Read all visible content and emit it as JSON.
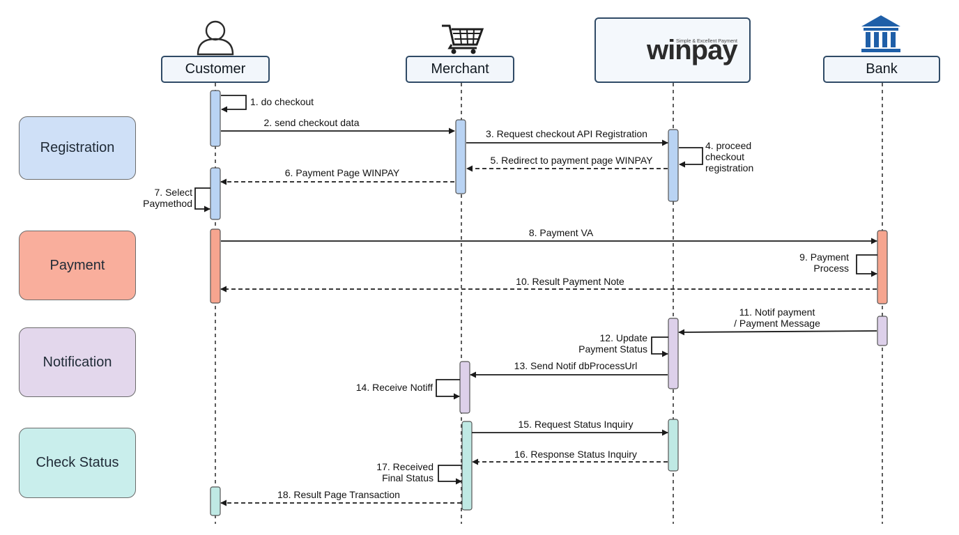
{
  "colors": {
    "registration": "#cfe0f7",
    "payment": "#f9ae9c",
    "notification": "#e3d7ec",
    "check_status": "#c9eeec",
    "act_registration": "#b9d3f3",
    "act_payment": "#f6a58f",
    "act_notification": "#ddd0ea",
    "act_check_status": "#bfe9e4",
    "line": "#1a1a1a"
  },
  "phases": [
    {
      "key": "registration",
      "label": "Registration"
    },
    {
      "key": "payment",
      "label": "Payment"
    },
    {
      "key": "notification",
      "label": "Notification"
    },
    {
      "key": "check_status",
      "label": "Check Status"
    }
  ],
  "actors": [
    {
      "key": "customer",
      "label": "Customer",
      "icon": "person-icon"
    },
    {
      "key": "merchant",
      "label": "Merchant",
      "icon": "shopping-cart-icon"
    },
    {
      "key": "winpay",
      "label": "winpay",
      "icon": "winpay-logo"
    },
    {
      "key": "bank",
      "label": "Bank",
      "icon": "bank-icon"
    }
  ],
  "logo": {
    "tagline": "Simple & Excellent Payment",
    "wordmark": "winpay"
  },
  "messages": [
    {
      "n": 1,
      "line1": "1. do checkout",
      "line2": "",
      "line3": "",
      "from": "customer",
      "to": "customer",
      "style": "solid"
    },
    {
      "n": 2,
      "line1": "2. send checkout data",
      "line2": "",
      "line3": "",
      "from": "customer",
      "to": "merchant",
      "style": "solid"
    },
    {
      "n": 3,
      "line1": "3. Request checkout API Registration",
      "line2": "",
      "line3": "",
      "from": "merchant",
      "to": "winpay",
      "style": "solid"
    },
    {
      "n": 4,
      "line1": "4. proceed",
      "line2": "checkout",
      "line3": "registration",
      "from": "winpay",
      "to": "winpay",
      "style": "solid"
    },
    {
      "n": 5,
      "line1": "5. Redirect to payment page WINPAY",
      "line2": "",
      "line3": "",
      "from": "winpay",
      "to": "merchant",
      "style": "dashed"
    },
    {
      "n": 6,
      "line1": "6. Payment Page WINPAY",
      "line2": "",
      "line3": "",
      "from": "merchant",
      "to": "customer",
      "style": "dashed"
    },
    {
      "n": 7,
      "line1": "7. Select",
      "line2": "Paymethod",
      "line3": "",
      "from": "customer",
      "to": "customer",
      "style": "solid"
    },
    {
      "n": 8,
      "line1": "8. Payment VA",
      "line2": "",
      "line3": "",
      "from": "customer",
      "to": "bank",
      "style": "solid"
    },
    {
      "n": 9,
      "line1": "9. Payment",
      "line2": "Process",
      "line3": "",
      "from": "bank",
      "to": "bank",
      "style": "solid"
    },
    {
      "n": 10,
      "line1": "10. Result Payment Note",
      "line2": "",
      "line3": "",
      "from": "bank",
      "to": "customer",
      "style": "dashed"
    },
    {
      "n": 11,
      "line1": "11. Notif payment",
      "line2": "/ Payment Message",
      "line3": "",
      "from": "bank",
      "to": "winpay",
      "style": "solid"
    },
    {
      "n": 12,
      "line1": "12. Update",
      "line2": "Payment Status",
      "line3": "",
      "from": "winpay",
      "to": "winpay",
      "style": "solid"
    },
    {
      "n": 13,
      "line1": "13. Send Notif dbProcessUrl",
      "line2": "",
      "line3": "",
      "from": "winpay",
      "to": "merchant",
      "style": "solid"
    },
    {
      "n": 14,
      "line1": "14. Receive Notiff",
      "line2": "",
      "line3": "",
      "from": "merchant",
      "to": "merchant",
      "style": "solid"
    },
    {
      "n": 15,
      "line1": "15. Request Status Inquiry",
      "line2": "",
      "line3": "",
      "from": "merchant",
      "to": "winpay",
      "style": "solid"
    },
    {
      "n": 16,
      "line1": "16. Response Status Inquiry",
      "line2": "",
      "line3": "",
      "from": "winpay",
      "to": "merchant",
      "style": "dashed"
    },
    {
      "n": 17,
      "line1": "17. Received",
      "line2": "Final Status",
      "line3": "",
      "from": "merchant",
      "to": "merchant",
      "style": "solid"
    },
    {
      "n": 18,
      "line1": "18. Result Page Transaction",
      "line2": "",
      "line3": "",
      "from": "merchant",
      "to": "customer",
      "style": "dashed"
    }
  ]
}
